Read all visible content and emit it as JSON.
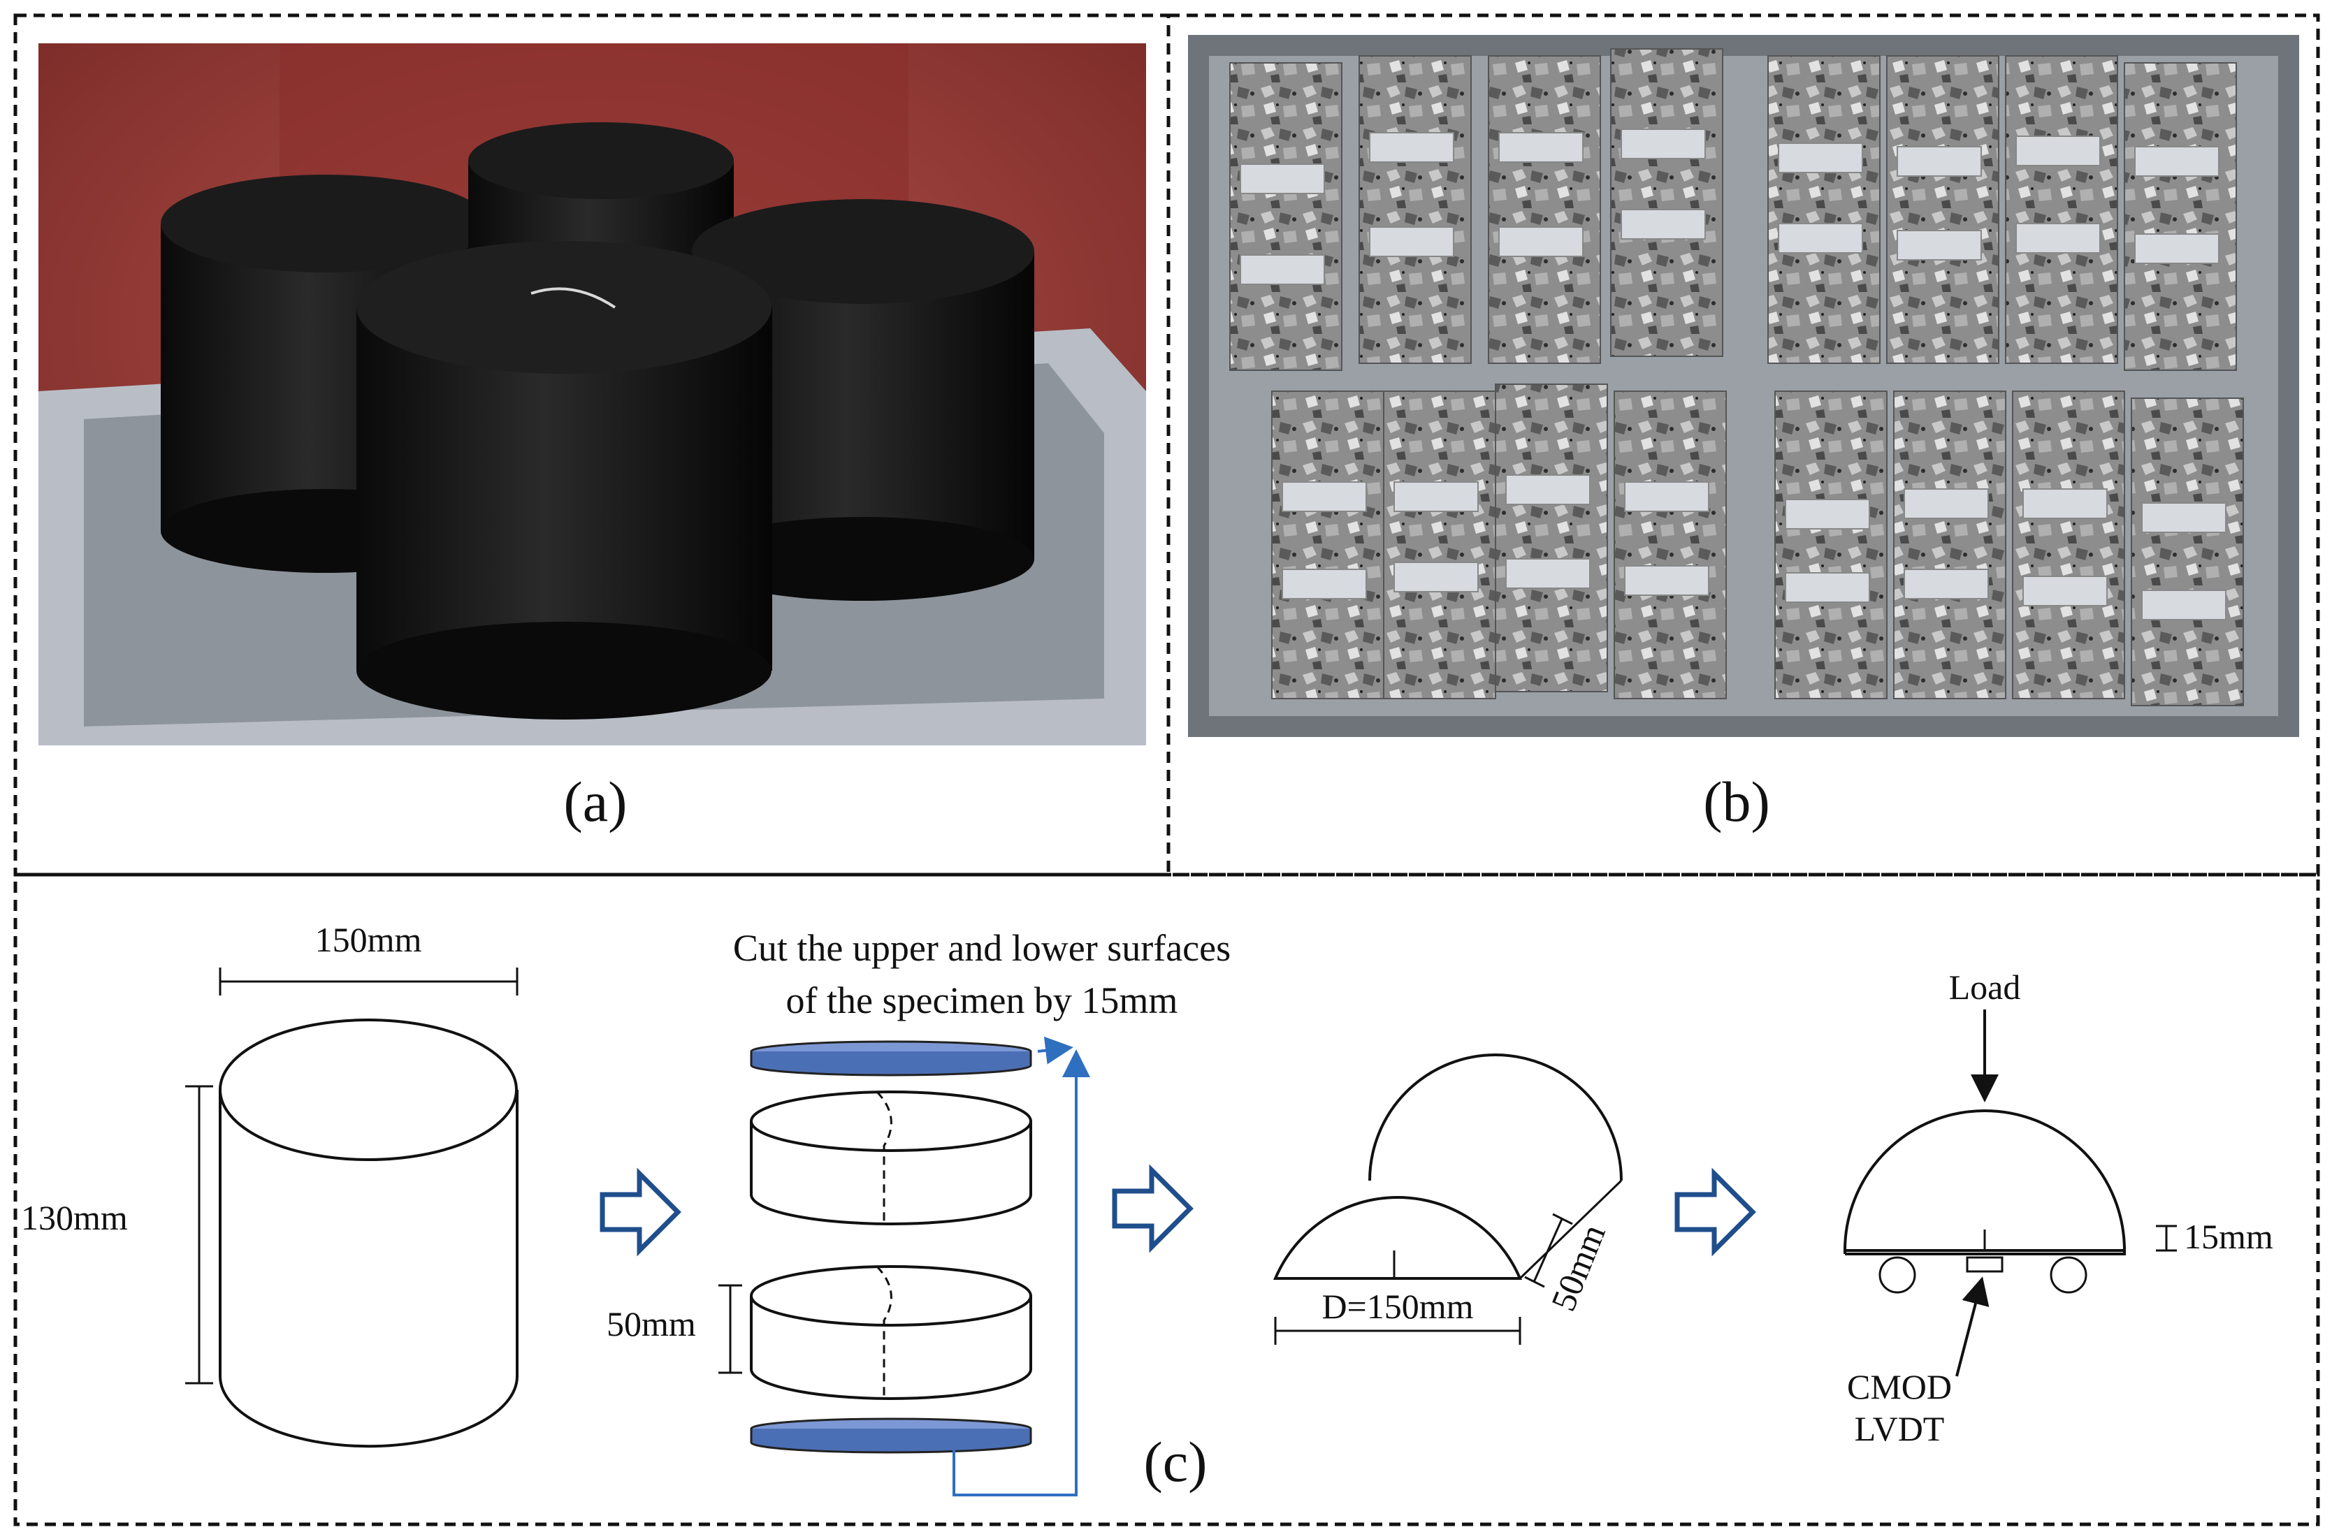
{
  "panels": {
    "a": {
      "label": "(a)"
    },
    "b": {
      "label": "(b)"
    },
    "c": {
      "label": "(c)"
    }
  },
  "step1": {
    "width_label": "150mm",
    "height_label": "130mm"
  },
  "step2": {
    "caption_line1": "Cut the upper and lower surfaces",
    "caption_line2": "of the specimen by 15mm",
    "slice_label": "50mm"
  },
  "step3": {
    "diameter_label": "D=150mm",
    "thickness_label": "50mm"
  },
  "step4": {
    "load_label": "Load",
    "notch_label": "15mm",
    "sensor_line1": "CMOD",
    "sensor_line2": "LVDT"
  },
  "colors": {
    "cut_slice": "#5b7fc4",
    "arrow_blue": "#2f6fc0",
    "process_arrow": "#1f4e8c",
    "frame": "#111111"
  }
}
